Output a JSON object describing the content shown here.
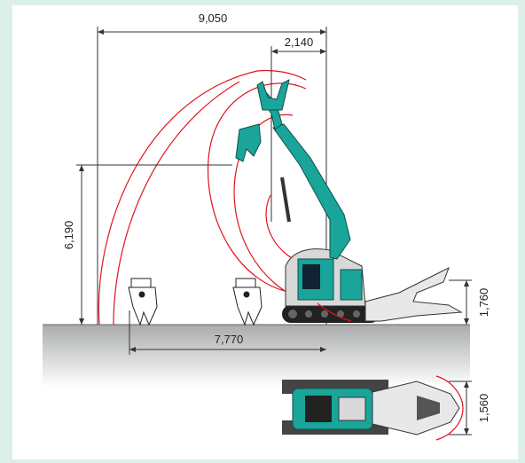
{
  "dimensions": {
    "max_reach": "9,050",
    "min_radius": "2,140",
    "max_height": "6,190",
    "ground_reach": "7,770",
    "boom_pivot_height": "1,760",
    "crusher_width": "1,560"
  },
  "colors": {
    "background_outer": "#ddefe9",
    "machine_teal": "#1aa59a",
    "arc_red": "#e0141e",
    "ground_gray": "#b3b5b6",
    "dimension_line": "#333333"
  }
}
